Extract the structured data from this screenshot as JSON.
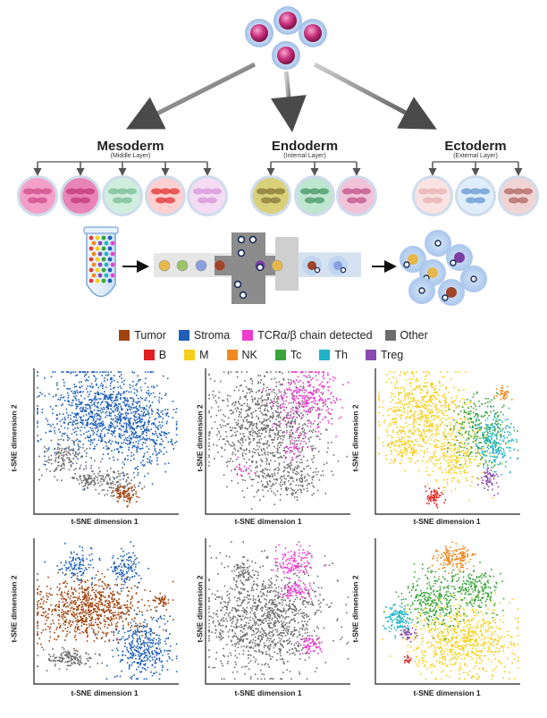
{
  "germ_layers": [
    {
      "name": "Mesoderm",
      "sub": "(Middle Layer)",
      "cells": 5
    },
    {
      "name": "Endoderm",
      "sub": "(Internal Layer)",
      "cells": 3
    },
    {
      "name": "Ectoderm",
      "sub": "(External Layer)",
      "cells": 3
    }
  ],
  "legend_row1": [
    {
      "label": "Tumor",
      "color": "#a0440f"
    },
    {
      "label": "Stroma",
      "color": "#1f5fb8"
    },
    {
      "label": "TCRα/β chain detected",
      "color": "#ee3cd0"
    },
    {
      "label": "Other",
      "color": "#6d6d6d"
    }
  ],
  "legend_row2": [
    {
      "label": "B",
      "color": "#e02020"
    },
    {
      "label": "M",
      "color": "#f5cf1a"
    },
    {
      "label": "NK",
      "color": "#ef8a22"
    },
    {
      "label": "Tc",
      "color": "#3aa33a"
    },
    {
      "label": "Th",
      "color": "#1fb3c9"
    },
    {
      "label": "Treg",
      "color": "#8a4bb0"
    }
  ],
  "axes": {
    "x": "t-SNE dimension 1",
    "y": "t-SNE dimension 2"
  },
  "colors": {
    "sphere_fill": "#c2307a",
    "halo": "#bcd4f0",
    "chip": "#8c8c8c",
    "track": "#e6e6e6"
  }
}
